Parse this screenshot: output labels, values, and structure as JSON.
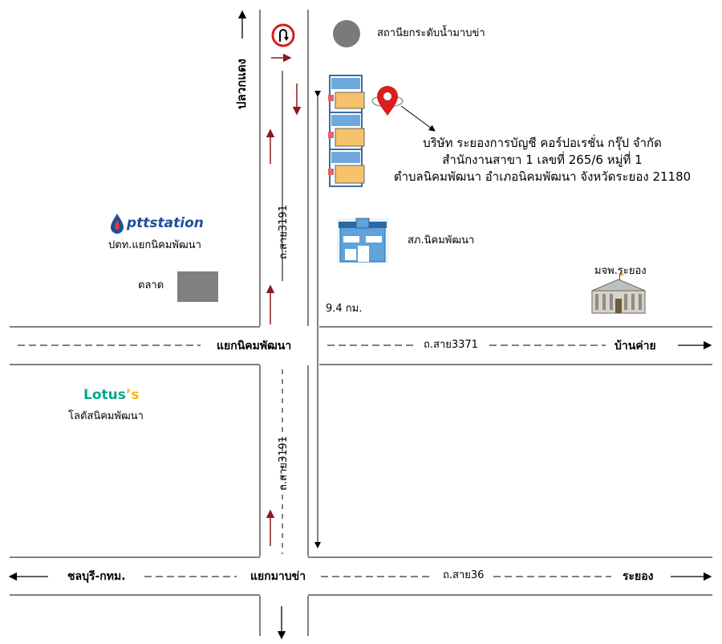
{
  "labels": {
    "water_station": "สถานีย­กระดับน้ำมาบข่า",
    "company_line1": "บริษัท ระยองการบัญชี คอร์ปอเรชั่น กรุ๊ป จำกัด",
    "company_line2": "สำนักงานสาขา 1 เลขที่ 265/6 หมู่ที่ 1",
    "company_line3": "ตำบลนิคมพัฒนา อำเภอนิคมพัฒนา จังหวัดระยอง 21180",
    "police_station": "สภ.นิคมพัฒนา",
    "university": "มจพ.ระยอง",
    "ptt_logo": "pttstation",
    "ptt_name": "ปตท.แยกนิคมพัฒนา",
    "market": "ตลาด",
    "distance": "9.4 กม.",
    "junction1": "แยกนิคมพัฒนา",
    "road3371": "ถ.สาย3371",
    "ban_khai": "บ้านค่าย",
    "lotus_logo_main": "Lotus",
    "lotus_logo_suffix": "’s",
    "lotus_name": "โลตัสนิคมพัฒนา",
    "road3191_top": "ถ.สาย3191",
    "road3191_bottom": "ถ.สาย3191",
    "plak_daeng": "ปลวกแดง",
    "chonburi": "ชลบุรี-กทม.",
    "junction2": "แยกมาบข่า",
    "road36": "ถ.สาย36",
    "rayong": "ระยอง"
  },
  "icons": {
    "u_turn": "u-turn-icon",
    "location_pin": "location-pin-icon",
    "buildings": "office-buildings-icon",
    "police": "police-station-icon",
    "university": "university-building-icon"
  },
  "colors": {
    "road_line": "#000000",
    "direction_arrow": "#8b1a1a",
    "pin": "#d91e1e",
    "market_box": "#808080",
    "water_circle": "#7a7a7a"
  }
}
